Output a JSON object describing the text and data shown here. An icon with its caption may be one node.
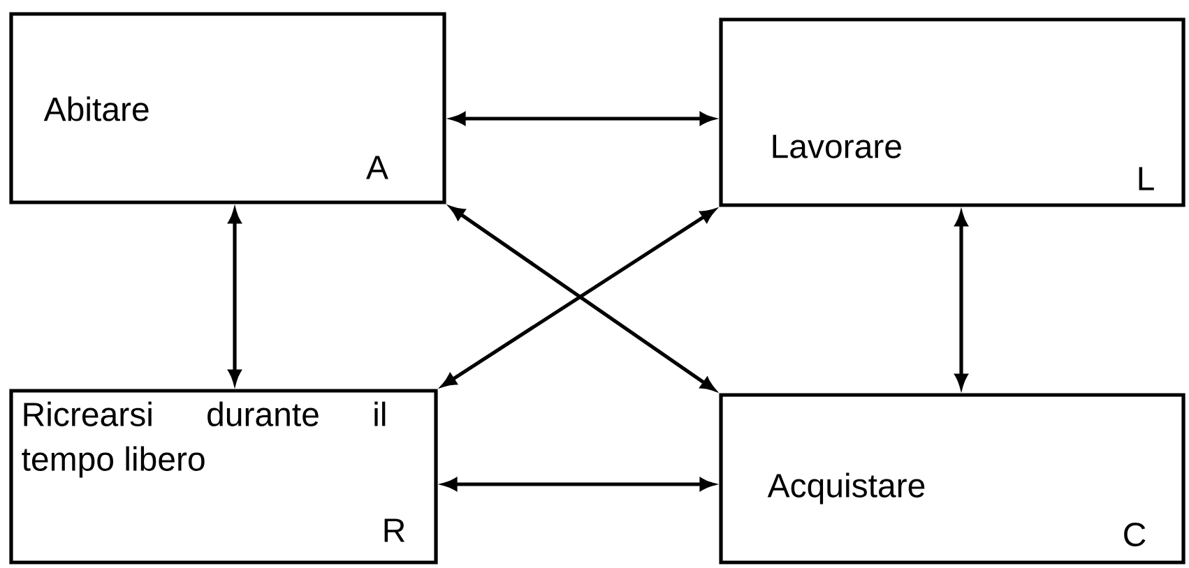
{
  "diagram": {
    "nodes": [
      {
        "text": [
          "Abitare",
          "A"
        ]
      },
      {
        "text": [
          "Lavorare",
          "L"
        ]
      },
      {
        "text": [
          "Ricrearsi durante il tempo libero",
          "R"
        ]
      },
      {
        "text": [
          "Acquistare",
          "C"
        ]
      }
    ],
    "edges": [
      {
        "from": 0,
        "to": 1,
        "arrow": "both"
      },
      {
        "from": 0,
        "to": 2,
        "arrow": "both"
      },
      {
        "from": 1,
        "to": 3,
        "arrow": "both"
      },
      {
        "from": 0,
        "to": 3,
        "arrow": "both"
      },
      {
        "from": 1,
        "to": 2,
        "arrow": "both"
      },
      {
        "from": 2,
        "to": 3,
        "arrow": "both"
      }
    ]
  }
}
